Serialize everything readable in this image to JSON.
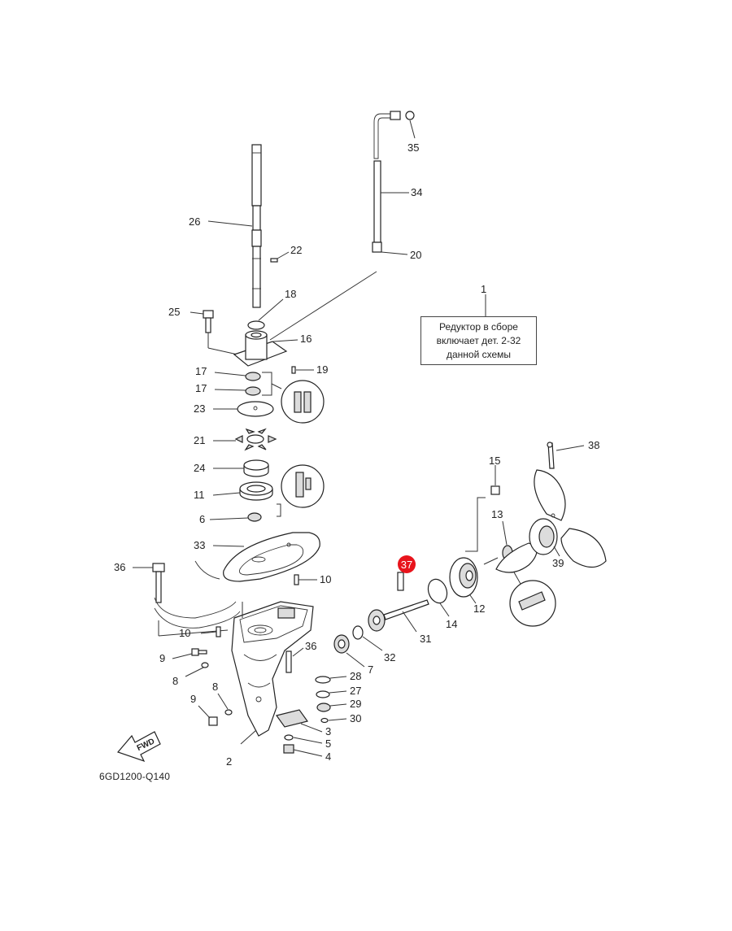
{
  "diagram": {
    "note_lines": [
      "Редуктор в сборе",
      "включает дет. 2-32",
      "данной схемы"
    ],
    "drawing_code": "6GD1200-Q140",
    "fwd_label": "FWD",
    "highlight_color": "#e8141c",
    "labels": {
      "p1": "1",
      "p2": "2",
      "p3": "3",
      "p4": "4",
      "p5": "5",
      "p6": "6",
      "p7": "7",
      "p8a": "8",
      "p8b": "8",
      "p9a": "9",
      "p9b": "9",
      "p10a": "10",
      "p10b": "10",
      "p11": "11",
      "p12": "12",
      "p13": "13",
      "p14": "14",
      "p15": "15",
      "p16": "16",
      "p17": "17",
      "p17b": "17",
      "p18": "18",
      "p19": "19",
      "p20": "20",
      "p21": "21",
      "p22": "22",
      "p23": "23",
      "p24": "24",
      "p25": "25",
      "p26": "26",
      "p27": "27",
      "p28": "28",
      "p29": "29",
      "p30": "30",
      "p31": "31",
      "p32": "32",
      "p33": "33",
      "p34": "34",
      "p35": "35",
      "p36a": "36",
      "p36b": "36",
      "p37": "37",
      "p38": "38",
      "p39": "39"
    }
  }
}
